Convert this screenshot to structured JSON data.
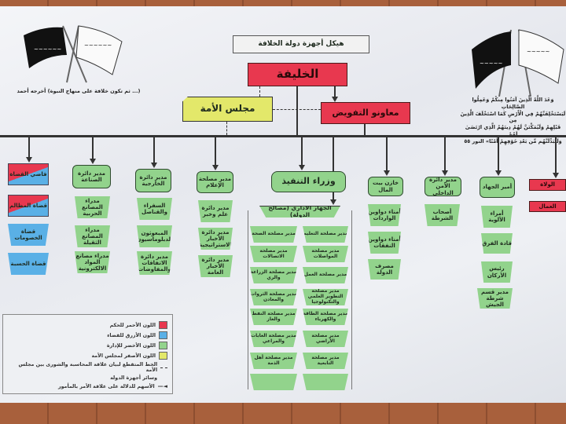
{
  "title": "هيكل أجهزة دولة الخلافة",
  "caliph": "الخليفة",
  "ummah_council": "مجلس الأمة",
  "delegated_assistants": "معاونو التفويض",
  "hadith_quote": "(... ثم تكون خلافة على منهاج النبوة) أخرجه أحمد",
  "quran_quote": [
    "وَعَدَ اللَّهُ الَّذِينَ آمَنُوا مِنكُمْ وَعَمِلُوا الصَّالِحَاتِ",
    "لَيَسْتَخْلِفَنَّهُمْ فِي الْأَرْضِ كَمَا اسْتَخْلَفَ الَّذِينَ مِن",
    "قَبْلِهِمْ وَلَيُمَكِّنَنَّ لَهُمْ دِينَهُمُ الَّذِي ارْتَضَىٰ لَهُمْ",
    "وَلَيُبَدِّلَنَّهُم مِّن بَعْدِ خَوْفِهِمْ أَمْنًا» النور ٥٥"
  ],
  "judiciary": [
    "قاضي القضاة",
    "قضاة المظالم",
    "قضاة الخصومات",
    "قضاة الحسبة"
  ],
  "industry": {
    "head": "مدير دائرة الصناعة",
    "items": [
      "مدراء المصانع الحربية",
      "مدراء المصانع الثقيلة",
      "مدراء مصانع المواد الالكترونية"
    ]
  },
  "foreign": {
    "head": "مدير دائرة الخارجية",
    "items": [
      "السفراء والقناصل",
      "المبعوثون الدبلوماسيون",
      "مدير دائرة الاتفاقات والمفاوضات"
    ]
  },
  "media": {
    "head": "مدير مصلحة الإعلام",
    "items": [
      "مدير دائرة علم وخبر",
      "مدير دائرة الأخبار الاستراتيجية",
      "مدير دائرة الأخبار العامة"
    ]
  },
  "executive": {
    "head": "وزراء التنفيذ",
    "admin": "الجهاز الاداري (مصالح الدولة)",
    "left": [
      "مدير مصلحة الصحة",
      "مدير مصلحة الاتصالات",
      "مدير مصلحة الزراعة والري",
      "مدير مصلحة الثروات والمعادن",
      "مدير مصلحة النفط والغاز",
      "مدير مصلحة الغابات والمراعي",
      "مدير مصلحة أهل الذمة",
      ""
    ],
    "right": [
      "مدير مصلحة التعليم",
      "مدير مصلحة المواصلات",
      "مدير مصلحة العمل",
      "مدير مصلحة التطوير العلمي والتكنولوجيا",
      "مدير مصلحة الطاقة والكهرباء",
      "مدير مصلحة الأراضي",
      "مدير مصلحة التابعية",
      ""
    ]
  },
  "treasury": {
    "head": "خازن بيت المال",
    "items": [
      "أمناء دواوين الواردات",
      "أمناء دواوين النفقات",
      "مصرف الدولة"
    ]
  },
  "security": {
    "head": "مدير دائرة الأمن الداخلي",
    "items": [
      "أصحاب الشرطة"
    ]
  },
  "jihad": {
    "head": "أمير الجهاد",
    "items": [
      "أمراء الألوية",
      "قادة الفرق",
      "رئيس الأركان",
      "مدير قسم شرطة الجيش"
    ]
  },
  "governors": "الولاة",
  "workers": "العمال",
  "legend": {
    "red": "اللون الأحمر للحكم",
    "blue": "اللون الأزرق للقضاء",
    "green": "اللون الأخضر للإدارة",
    "yellow": "اللون الأصفر لمجلس الأمة",
    "dotted": "الخط المتقطع لبيان علاقة المحاسبة والشورى بين مجلس الأمة",
    "dotted2": "وسائر أجهزة الدولة",
    "arrows": "الأسهم للدلالة على علاقة الأمر بالمأمور"
  },
  "colors": {
    "red": "#e8384f",
    "blue": "#5ab0e6",
    "green": "#92d38c",
    "yellow": "#e3e86a"
  }
}
